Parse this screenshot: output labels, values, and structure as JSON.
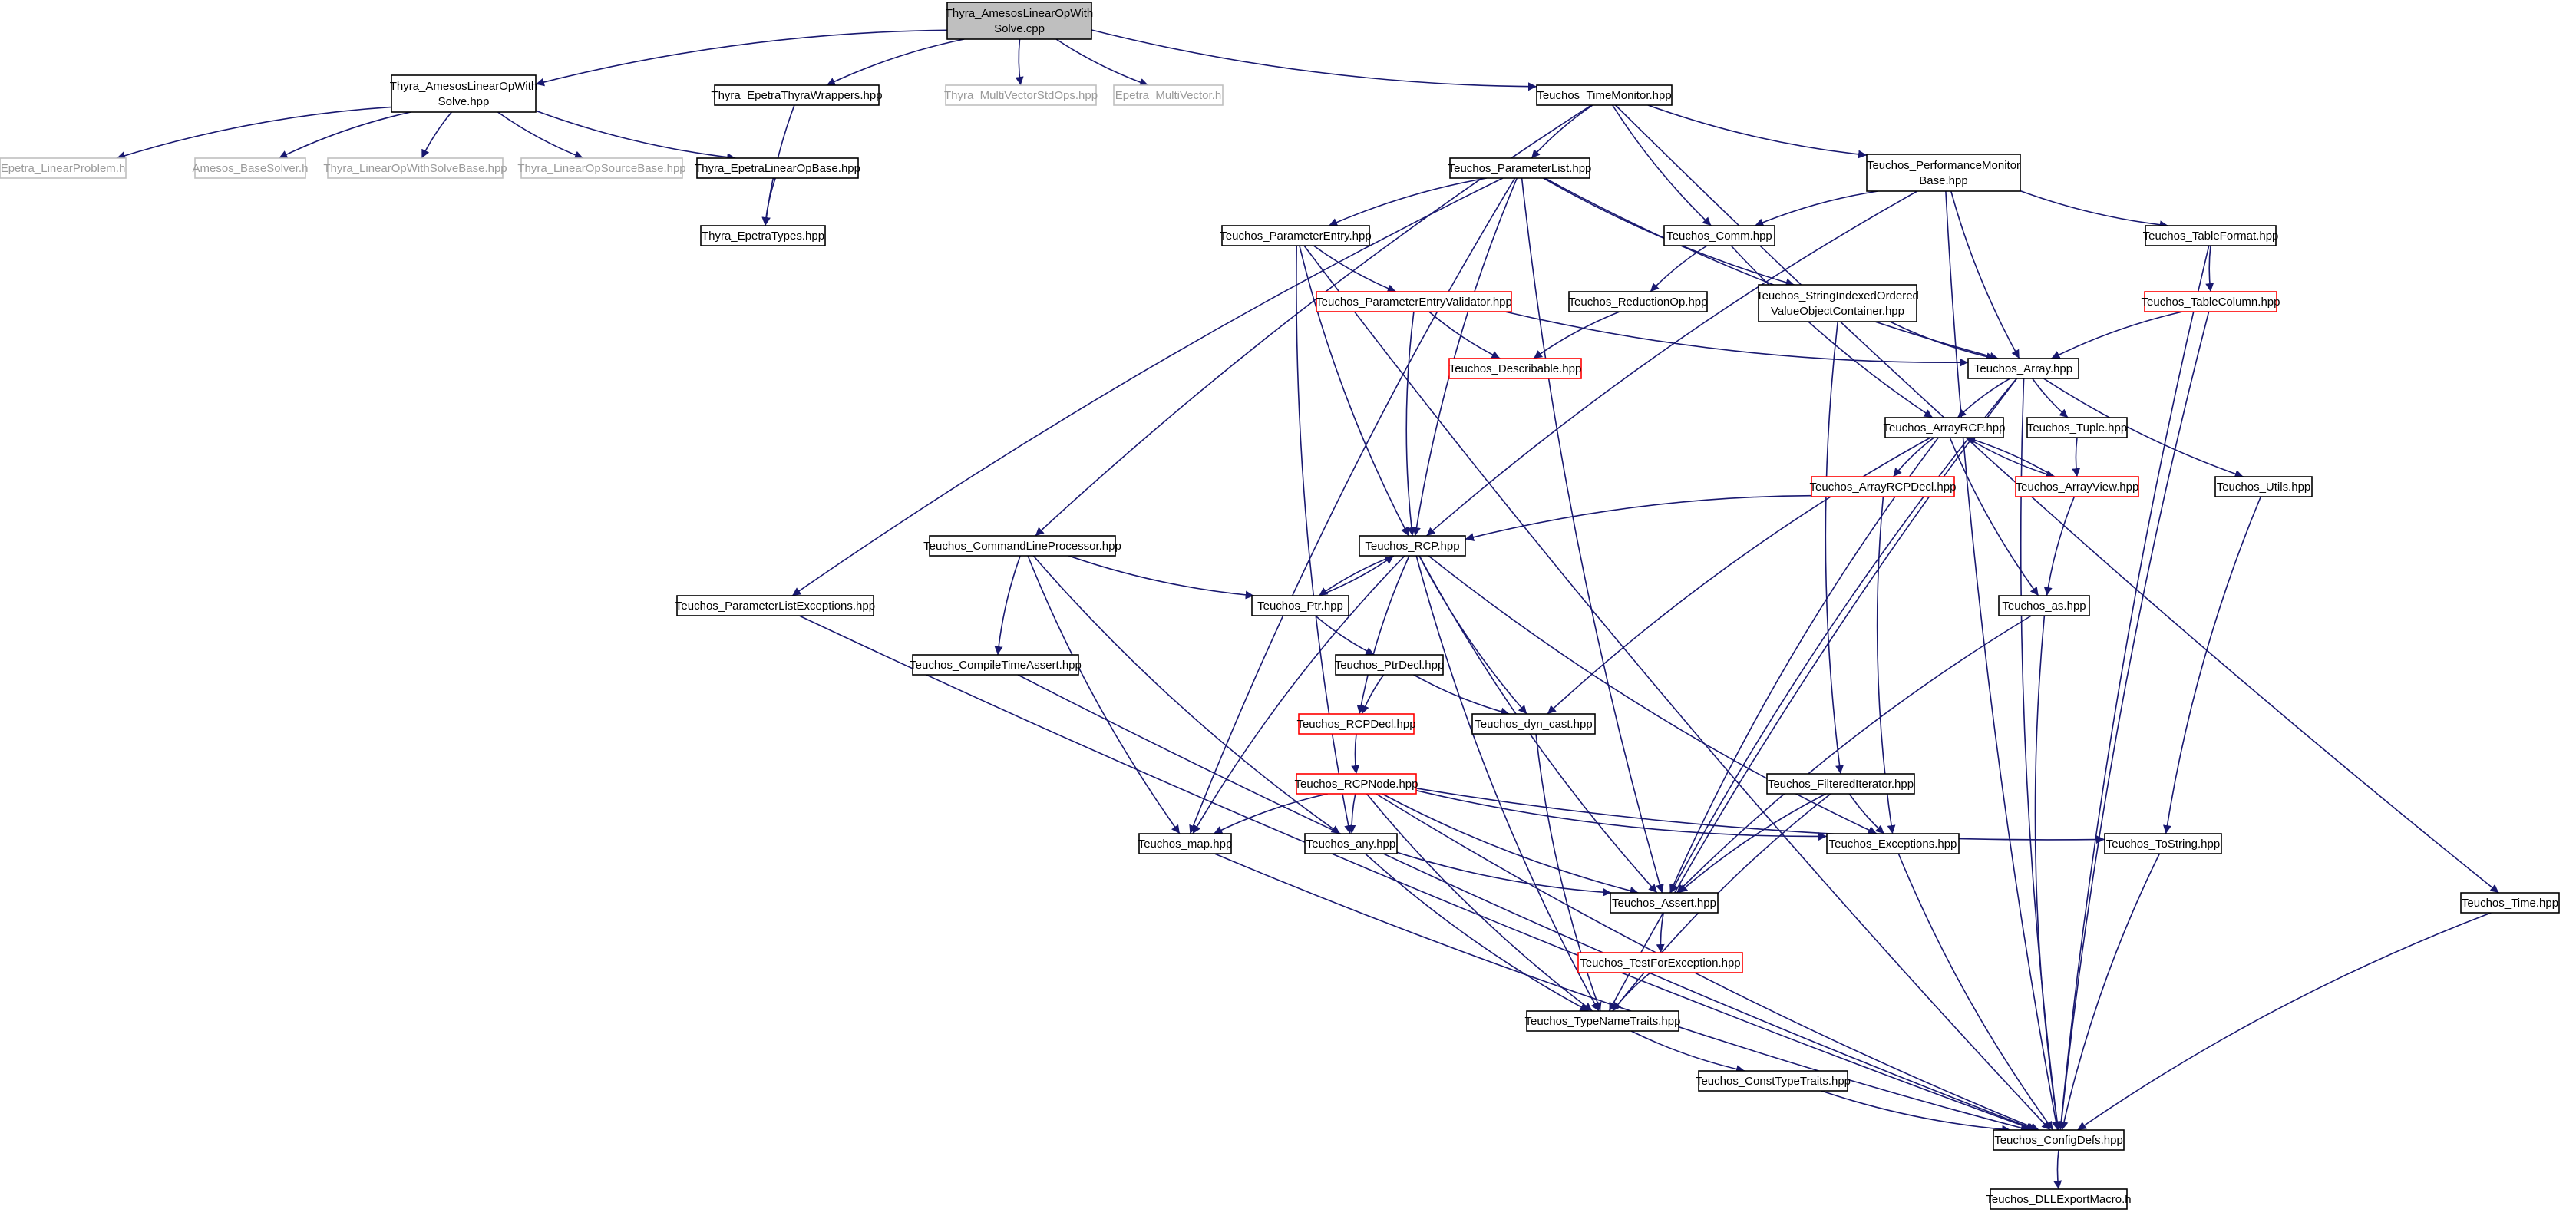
{
  "colors": {
    "edge": "#191970",
    "text": "#000000",
    "gray_text": "#9a9a9a",
    "root_fill": "#bfbfbf",
    "border_black": "#000000",
    "border_red": "#ff0000",
    "border_gray": "#bfbfbf"
  },
  "nodes": [
    {
      "id": "root",
      "lines": [
        "Thyra_AmesosLinearOpWith",
        "Solve.cpp"
      ],
      "style": "root"
    },
    {
      "id": "thyra_amesos_hpp",
      "lines": [
        "Thyra_AmesosLinearOpWith",
        "Solve.hpp"
      ],
      "style": "black"
    },
    {
      "id": "epetra_thyra_wrappers",
      "lines": [
        "Thyra_EpetraThyraWrappers.hpp"
      ],
      "style": "black"
    },
    {
      "id": "thyra_multivector_std_ops",
      "lines": [
        "Thyra_MultiVectorStdOps.hpp"
      ],
      "style": "gray"
    },
    {
      "id": "epetra_multivector",
      "lines": [
        "Epetra_MultiVector.h"
      ],
      "style": "gray"
    },
    {
      "id": "teuchos_time_monitor",
      "lines": [
        "Teuchos_TimeMonitor.hpp"
      ],
      "style": "black"
    },
    {
      "id": "epetra_linear_problem",
      "lines": [
        "Epetra_LinearProblem.h"
      ],
      "style": "gray"
    },
    {
      "id": "amesos_base_solver",
      "lines": [
        "Amesos_BaseSolver.h"
      ],
      "style": "gray"
    },
    {
      "id": "thyra_linear_op_with_solve_base",
      "lines": [
        "Thyra_LinearOpWithSolveBase.hpp"
      ],
      "style": "gray"
    },
    {
      "id": "thyra_linear_op_source_base",
      "lines": [
        "Thyra_LinearOpSourceBase.hpp"
      ],
      "style": "gray"
    },
    {
      "id": "thyra_epetra_linear_op_base",
      "lines": [
        "Thyra_EpetraLinearOpBase.hpp"
      ],
      "style": "black"
    },
    {
      "id": "thyra_epetra_types",
      "lines": [
        "Thyra_EpetraTypes.hpp"
      ],
      "style": "black"
    },
    {
      "id": "teuchos_parameter_list",
      "lines": [
        "Teuchos_ParameterList.hpp"
      ],
      "style": "black"
    },
    {
      "id": "teuchos_performance_monitor_base",
      "lines": [
        "Teuchos_PerformanceMonitor",
        "Base.hpp"
      ],
      "style": "black"
    },
    {
      "id": "teuchos_parameter_entry",
      "lines": [
        "Teuchos_ParameterEntry.hpp"
      ],
      "style": "black"
    },
    {
      "id": "teuchos_comm",
      "lines": [
        "Teuchos_Comm.hpp"
      ],
      "style": "black"
    },
    {
      "id": "teuchos_table_format",
      "lines": [
        "Teuchos_TableFormat.hpp"
      ],
      "style": "black"
    },
    {
      "id": "teuchos_parameter_entry_validator",
      "lines": [
        "Teuchos_ParameterEntryValidator.hpp"
      ],
      "style": "red"
    },
    {
      "id": "teuchos_reduction_op",
      "lines": [
        "Teuchos_ReductionOp.hpp"
      ],
      "style": "black"
    },
    {
      "id": "teuchos_string_indexed",
      "lines": [
        "Teuchos_StringIndexedOrdered",
        "ValueObjectContainer.hpp"
      ],
      "style": "black"
    },
    {
      "id": "teuchos_table_column",
      "lines": [
        "Teuchos_TableColumn.hpp"
      ],
      "style": "red"
    },
    {
      "id": "teuchos_describable",
      "lines": [
        "Teuchos_Describable.hpp"
      ],
      "style": "red"
    },
    {
      "id": "teuchos_array",
      "lines": [
        "Teuchos_Array.hpp"
      ],
      "style": "black"
    },
    {
      "id": "teuchos_array_rcp",
      "lines": [
        "Teuchos_ArrayRCP.hpp"
      ],
      "style": "black"
    },
    {
      "id": "teuchos_tuple",
      "lines": [
        "Teuchos_Tuple.hpp"
      ],
      "style": "black"
    },
    {
      "id": "teuchos_array_rcp_decl",
      "lines": [
        "Teuchos_ArrayRCPDecl.hpp"
      ],
      "style": "red"
    },
    {
      "id": "teuchos_array_view",
      "lines": [
        "Teuchos_ArrayView.hpp"
      ],
      "style": "red"
    },
    {
      "id": "teuchos_utils",
      "lines": [
        "Teuchos_Utils.hpp"
      ],
      "style": "black"
    },
    {
      "id": "teuchos_command_line_processor",
      "lines": [
        "Teuchos_CommandLineProcessor.hpp"
      ],
      "style": "black"
    },
    {
      "id": "teuchos_rcp",
      "lines": [
        "Teuchos_RCP.hpp"
      ],
      "style": "black"
    },
    {
      "id": "teuchos_parameter_list_exceptions",
      "lines": [
        "Teuchos_ParameterListExceptions.hpp"
      ],
      "style": "black"
    },
    {
      "id": "teuchos_ptr",
      "lines": [
        "Teuchos_Ptr.hpp"
      ],
      "style": "black"
    },
    {
      "id": "teuchos_as",
      "lines": [
        "Teuchos_as.hpp"
      ],
      "style": "black"
    },
    {
      "id": "teuchos_compile_time_assert",
      "lines": [
        "Teuchos_CompileTimeAssert.hpp"
      ],
      "style": "black"
    },
    {
      "id": "teuchos_ptr_decl",
      "lines": [
        "Teuchos_PtrDecl.hpp"
      ],
      "style": "black"
    },
    {
      "id": "teuchos_rcp_decl",
      "lines": [
        "Teuchos_RCPDecl.hpp"
      ],
      "style": "red"
    },
    {
      "id": "teuchos_dyn_cast",
      "lines": [
        "Teuchos_dyn_cast.hpp"
      ],
      "style": "black"
    },
    {
      "id": "teuchos_filtered_iterator",
      "lines": [
        "Teuchos_FilteredIterator.hpp"
      ],
      "style": "black"
    },
    {
      "id": "teuchos_rcp_node",
      "lines": [
        "Teuchos_RCPNode.hpp"
      ],
      "style": "red"
    },
    {
      "id": "teuchos_map",
      "lines": [
        "Teuchos_map.hpp"
      ],
      "style": "black"
    },
    {
      "id": "teuchos_any",
      "lines": [
        "Teuchos_any.hpp"
      ],
      "style": "black"
    },
    {
      "id": "teuchos_exceptions",
      "lines": [
        "Teuchos_Exceptions.hpp"
      ],
      "style": "black"
    },
    {
      "id": "teuchos_to_string",
      "lines": [
        "Teuchos_ToString.hpp"
      ],
      "style": "black"
    },
    {
      "id": "teuchos_assert",
      "lines": [
        "Teuchos_Assert.hpp"
      ],
      "style": "black"
    },
    {
      "id": "teuchos_time",
      "lines": [
        "Teuchos_Time.hpp"
      ],
      "style": "black"
    },
    {
      "id": "teuchos_test_for_exception",
      "lines": [
        "Teuchos_TestForException.hpp"
      ],
      "style": "red"
    },
    {
      "id": "teuchos_type_name_traits",
      "lines": [
        "Teuchos_TypeNameTraits.hpp"
      ],
      "style": "black"
    },
    {
      "id": "teuchos_const_type_traits",
      "lines": [
        "Teuchos_ConstTypeTraits.hpp"
      ],
      "style": "black"
    },
    {
      "id": "teuchos_config_defs",
      "lines": [
        "Teuchos_ConfigDefs.hpp"
      ],
      "style": "black"
    },
    {
      "id": "teuchos_dll_export_macro",
      "lines": [
        "Teuchos_DLLExportMacro.h"
      ],
      "style": "black"
    }
  ],
  "edges": [
    [
      "root",
      "thyra_amesos_hpp"
    ],
    [
      "root",
      "epetra_thyra_wrappers"
    ],
    [
      "root",
      "thyra_multivector_std_ops"
    ],
    [
      "root",
      "epetra_multivector"
    ],
    [
      "root",
      "teuchos_time_monitor"
    ],
    [
      "thyra_amesos_hpp",
      "epetra_linear_problem"
    ],
    [
      "thyra_amesos_hpp",
      "amesos_base_solver"
    ],
    [
      "thyra_amesos_hpp",
      "thyra_linear_op_with_solve_base"
    ],
    [
      "thyra_amesos_hpp",
      "thyra_linear_op_source_base"
    ],
    [
      "thyra_amesos_hpp",
      "thyra_epetra_linear_op_base"
    ],
    [
      "thyra_epetra_linear_op_base",
      "thyra_epetra_types"
    ],
    [
      "epetra_thyra_wrappers",
      "thyra_epetra_types"
    ],
    [
      "teuchos_time_monitor",
      "teuchos_parameter_list"
    ],
    [
      "teuchos_time_monitor",
      "teuchos_performance_monitor_base"
    ],
    [
      "teuchos_time_monitor",
      "teuchos_comm"
    ],
    [
      "teuchos_time_monitor",
      "teuchos_command_line_processor"
    ],
    [
      "teuchos_time_monitor",
      "teuchos_time"
    ],
    [
      "teuchos_parameter_list",
      "teuchos_parameter_entry"
    ],
    [
      "teuchos_parameter_list",
      "teuchos_string_indexed"
    ],
    [
      "teuchos_parameter_list",
      "teuchos_array"
    ],
    [
      "teuchos_parameter_list",
      "teuchos_rcp"
    ],
    [
      "teuchos_parameter_list",
      "teuchos_parameter_list_exceptions"
    ],
    [
      "teuchos_parameter_list",
      "teuchos_map"
    ],
    [
      "teuchos_parameter_list",
      "teuchos_assert"
    ],
    [
      "teuchos_performance_monitor_base",
      "teuchos_comm"
    ],
    [
      "teuchos_performance_monitor_base",
      "teuchos_table_format"
    ],
    [
      "teuchos_performance_monitor_base",
      "teuchos_array"
    ],
    [
      "teuchos_performance_monitor_base",
      "teuchos_rcp"
    ],
    [
      "teuchos_performance_monitor_base",
      "teuchos_config_defs"
    ],
    [
      "teuchos_parameter_entry",
      "teuchos_parameter_entry_validator"
    ],
    [
      "teuchos_parameter_entry",
      "teuchos_rcp"
    ],
    [
      "teuchos_parameter_entry",
      "teuchos_any"
    ],
    [
      "teuchos_parameter_entry",
      "teuchos_config_defs"
    ],
    [
      "teuchos_comm",
      "teuchos_reduction_op"
    ],
    [
      "teuchos_comm",
      "teuchos_array_rcp"
    ],
    [
      "teuchos_table_format",
      "teuchos_table_column"
    ],
    [
      "teuchos_table_format",
      "teuchos_config_defs"
    ],
    [
      "teuchos_parameter_entry_validator",
      "teuchos_describable"
    ],
    [
      "teuchos_parameter_entry_validator",
      "teuchos_rcp"
    ],
    [
      "teuchos_parameter_entry_validator",
      "teuchos_array"
    ],
    [
      "teuchos_reduction_op",
      "teuchos_describable"
    ],
    [
      "teuchos_string_indexed",
      "teuchos_array"
    ],
    [
      "teuchos_string_indexed",
      "teuchos_filtered_iterator"
    ],
    [
      "teuchos_table_column",
      "teuchos_array"
    ],
    [
      "teuchos_table_column",
      "teuchos_config_defs"
    ],
    [
      "teuchos_array",
      "teuchos_array_rcp"
    ],
    [
      "teuchos_array",
      "teuchos_tuple"
    ],
    [
      "teuchos_array",
      "teuchos_utils"
    ],
    [
      "teuchos_array",
      "teuchos_assert"
    ],
    [
      "teuchos_array",
      "teuchos_type_name_traits"
    ],
    [
      "teuchos_array",
      "teuchos_config_defs"
    ],
    [
      "teuchos_array_rcp",
      "teuchos_array_rcp_decl"
    ],
    [
      "teuchos_array_rcp",
      "teuchos_array_view"
    ],
    [
      "teuchos_array_rcp",
      "teuchos_as"
    ],
    [
      "teuchos_array_rcp",
      "teuchos_dyn_cast"
    ],
    [
      "teuchos_array_rcp",
      "teuchos_assert"
    ],
    [
      "teuchos_tuple",
      "teuchos_array_view"
    ],
    [
      "teuchos_array_view",
      "teuchos_array_rcp"
    ],
    [
      "teuchos_array_view",
      "teuchos_as"
    ],
    [
      "teuchos_array_rcp_decl",
      "teuchos_rcp"
    ],
    [
      "teuchos_array_rcp_decl",
      "teuchos_exceptions"
    ],
    [
      "teuchos_utils",
      "teuchos_to_string"
    ],
    [
      "teuchos_command_line_processor",
      "teuchos_ptr"
    ],
    [
      "teuchos_command_line_processor",
      "teuchos_compile_time_assert"
    ],
    [
      "teuchos_command_line_processor",
      "teuchos_map"
    ],
    [
      "teuchos_command_line_processor",
      "teuchos_any"
    ],
    [
      "teuchos_rcp",
      "teuchos_ptr"
    ],
    [
      "teuchos_rcp",
      "teuchos_rcp_decl"
    ],
    [
      "teuchos_rcp",
      "teuchos_dyn_cast"
    ],
    [
      "teuchos_rcp",
      "teuchos_map"
    ],
    [
      "teuchos_rcp",
      "teuchos_exceptions"
    ],
    [
      "teuchos_rcp",
      "teuchos_assert"
    ],
    [
      "teuchos_rcp",
      "teuchos_type_name_traits"
    ],
    [
      "teuchos_ptr",
      "teuchos_rcp"
    ],
    [
      "teuchos_ptr",
      "teuchos_ptr_decl"
    ],
    [
      "teuchos_ptr_decl",
      "teuchos_rcp_decl"
    ],
    [
      "teuchos_ptr_decl",
      "teuchos_dyn_cast"
    ],
    [
      "teuchos_rcp_decl",
      "teuchos_rcp_node"
    ],
    [
      "teuchos_rcp_node",
      "teuchos_map"
    ],
    [
      "teuchos_rcp_node",
      "teuchos_any"
    ],
    [
      "teuchos_rcp_node",
      "teuchos_assert"
    ],
    [
      "teuchos_rcp_node",
      "teuchos_exceptions"
    ],
    [
      "teuchos_rcp_node",
      "teuchos_to_string"
    ],
    [
      "teuchos_rcp_node",
      "teuchos_type_name_traits"
    ],
    [
      "teuchos_rcp_node",
      "teuchos_config_defs"
    ],
    [
      "teuchos_as",
      "teuchos_assert"
    ],
    [
      "teuchos_as",
      "teuchos_config_defs"
    ],
    [
      "teuchos_dyn_cast",
      "teuchos_type_name_traits"
    ],
    [
      "teuchos_filtered_iterator",
      "teuchos_exceptions"
    ],
    [
      "teuchos_filtered_iterator",
      "teuchos_assert"
    ],
    [
      "teuchos_filtered_iterator",
      "teuchos_type_name_traits"
    ],
    [
      "teuchos_parameter_list_exceptions",
      "teuchos_config_defs"
    ],
    [
      "teuchos_compile_time_assert",
      "teuchos_config_defs"
    ],
    [
      "teuchos_map",
      "teuchos_config_defs"
    ],
    [
      "teuchos_any",
      "teuchos_assert"
    ],
    [
      "teuchos_any",
      "teuchos_type_name_traits"
    ],
    [
      "teuchos_exceptions",
      "teuchos_config_defs"
    ],
    [
      "teuchos_to_string",
      "teuchos_config_defs"
    ],
    [
      "teuchos_assert",
      "teuchos_test_for_exception"
    ],
    [
      "teuchos_test_for_exception",
      "teuchos_type_name_traits"
    ],
    [
      "teuchos_type_name_traits",
      "teuchos_const_type_traits"
    ],
    [
      "teuchos_const_type_traits",
      "teuchos_config_defs"
    ],
    [
      "teuchos_time",
      "teuchos_config_defs"
    ],
    [
      "teuchos_config_defs",
      "teuchos_dll_export_macro"
    ]
  ]
}
